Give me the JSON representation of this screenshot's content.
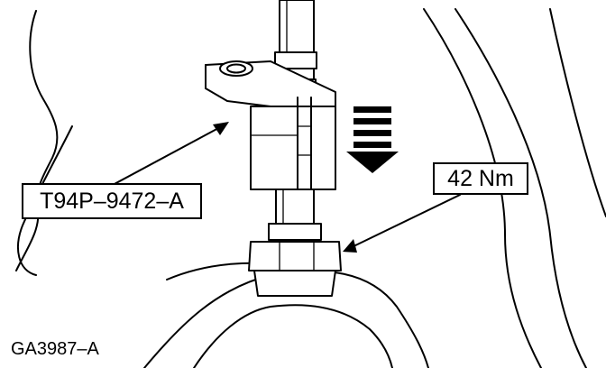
{
  "figure": {
    "callouts": {
      "tool_number": "T94P–9472–A",
      "torque": "42 Nm"
    },
    "figure_id": "GA3987–A"
  }
}
